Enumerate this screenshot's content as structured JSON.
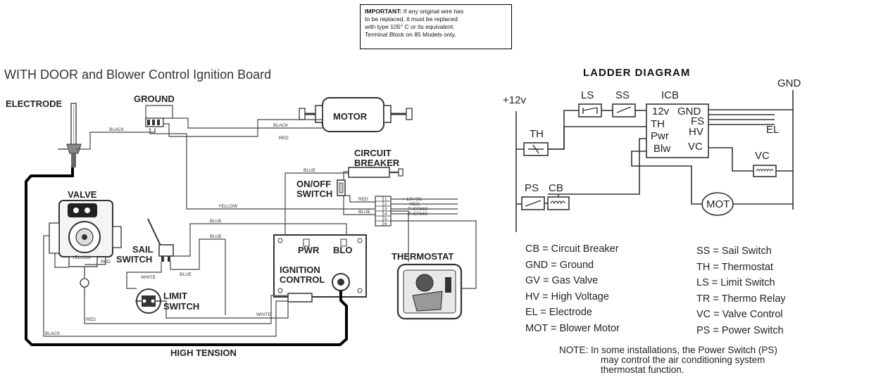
{
  "notice": {
    "label": "IMPORTANT:",
    "lines": [
      " If any original wire has",
      "to be replaced, it must be replaced",
      "with type 105° C or its equivalent.",
      "Terminal Block on 85 Models only."
    ]
  },
  "wiring": {
    "title": "WITH DOOR and Blower Control Ignition Board",
    "components": {
      "electrode": "ELECTRODE",
      "ground": "GROUND",
      "motor": "MOTOR",
      "circuit_breaker": [
        "CIRCUIT",
        "BREAKER"
      ],
      "on_off_switch": [
        "ON/OFF",
        "SWITCH"
      ],
      "valve": "VALVE",
      "sail_switch": [
        "SAIL",
        "SWITCH"
      ],
      "limit_switch": [
        "LIMIT",
        "SWITCH"
      ],
      "ignition_control": [
        "IGNITION",
        "CONTROL"
      ],
      "pwr": "PWR",
      "blo": "BLO",
      "thermostat": "THERMOSTAT",
      "high_tension": "HIGH TENSION"
    },
    "wire_labels": {
      "black_1": "BLACK",
      "black_2": "BLACK",
      "black_3": "BLACK",
      "red_1": "RED",
      "red_2": "RED",
      "red_3": "RED",
      "red_4": "RED",
      "blue_1": "BLUE",
      "blue_2": "BLUE",
      "blue_3": "BLUE",
      "blue_4": "BLUE",
      "blue_5": "BLUE",
      "yellow_1": "YELLOW",
      "yellow_2": "YELLOW",
      "white_1": "WHITE",
      "white_2": "WHITE"
    },
    "terminal_block": {
      "numbers": [
        "1",
        "2",
        "3",
        "4",
        "5",
        "6"
      ],
      "labels": [
        "+ 12V DC",
        "NEG",
        "THERMO",
        "THERMO"
      ]
    }
  },
  "ladder": {
    "title": "LADDER DIAGRAM",
    "labels": {
      "plus12": "+12v",
      "gnd": "GND",
      "ls": "LS",
      "ss": "SS",
      "icb": "ICB",
      "th": "TH",
      "ps": "PS",
      "cb": "CB",
      "el": "EL",
      "vc": "VC",
      "mot": "MOT"
    },
    "icb_terminals": {
      "v12": "12v",
      "gnd": "GND",
      "th": "TH",
      "fs": "FS",
      "pwr": "Pwr",
      "hv": "HV",
      "blw": "Blw",
      "vc": "VC"
    }
  },
  "legend": {
    "left": [
      "CB = Circuit Breaker",
      "GND = Ground",
      "GV = Gas Valve",
      "HV = High Voltage",
      "EL = Electrode",
      "MOT = Blower Motor"
    ],
    "right": [
      "SS = Sail Switch",
      "TH = Thermostat",
      "LS = Limit Switch",
      "TR = Thermo Relay",
      "VC = Valve Control",
      "PS = Power Switch"
    ]
  },
  "note": [
    "NOTE: In some installations, the Power Switch (PS)",
    "may control the air conditioning system",
    "thermostat function."
  ]
}
